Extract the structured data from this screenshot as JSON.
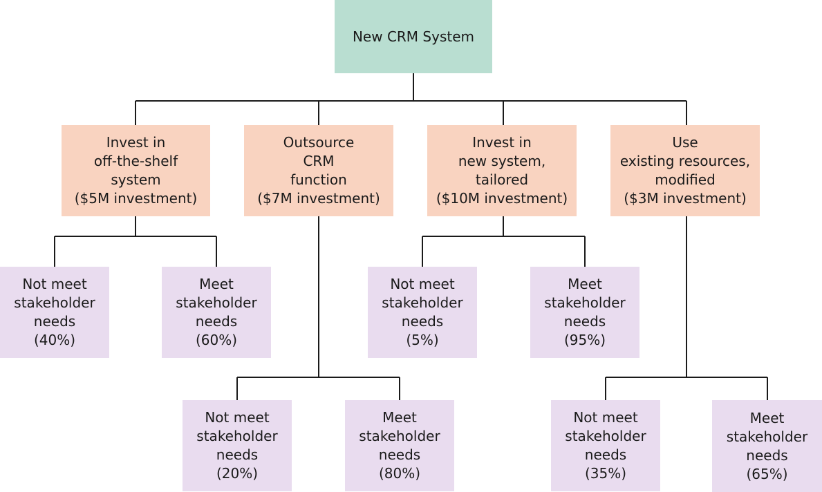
{
  "colors": {
    "root_fill": "#b9ded1",
    "option_fill": "#f9d3c0",
    "outcome_fill": "#e9dcef",
    "connector": "#1a1a1a",
    "text": "#1a1a1a"
  },
  "root": {
    "label": "New CRM System"
  },
  "options": [
    {
      "lines": [
        "Invest in",
        "off-the-shelf",
        "system",
        "($5M investment)"
      ],
      "outcomes": [
        {
          "lines": [
            "Not meet",
            "stakeholder",
            "needs",
            "(40%)"
          ]
        },
        {
          "lines": [
            "Meet",
            "stakeholder",
            "needs",
            "(60%)"
          ]
        }
      ]
    },
    {
      "lines": [
        "Outsource",
        "CRM",
        "function",
        "($7M investment)"
      ],
      "outcomes": [
        {
          "lines": [
            "Not meet",
            "stakeholder",
            "needs",
            "(20%)"
          ]
        },
        {
          "lines": [
            "Meet",
            "stakeholder",
            "needs",
            "(80%)"
          ]
        }
      ]
    },
    {
      "lines": [
        "Invest in",
        "new system,",
        "tailored",
        "($10M investment)"
      ],
      "outcomes": [
        {
          "lines": [
            "Not meet",
            "stakeholder",
            "needs",
            "(5%)"
          ]
        },
        {
          "lines": [
            "Meet",
            "stakeholder",
            "needs",
            "(95%)"
          ]
        }
      ]
    },
    {
      "lines": [
        "Use",
        "existing resources,",
        "modified",
        "($3M investment)"
      ],
      "outcomes": [
        {
          "lines": [
            "Not meet",
            "stakeholder",
            "needs",
            "(35%)"
          ]
        },
        {
          "lines": [
            "Meet",
            "stakeholder",
            "needs",
            "(65%)"
          ]
        }
      ]
    }
  ]
}
